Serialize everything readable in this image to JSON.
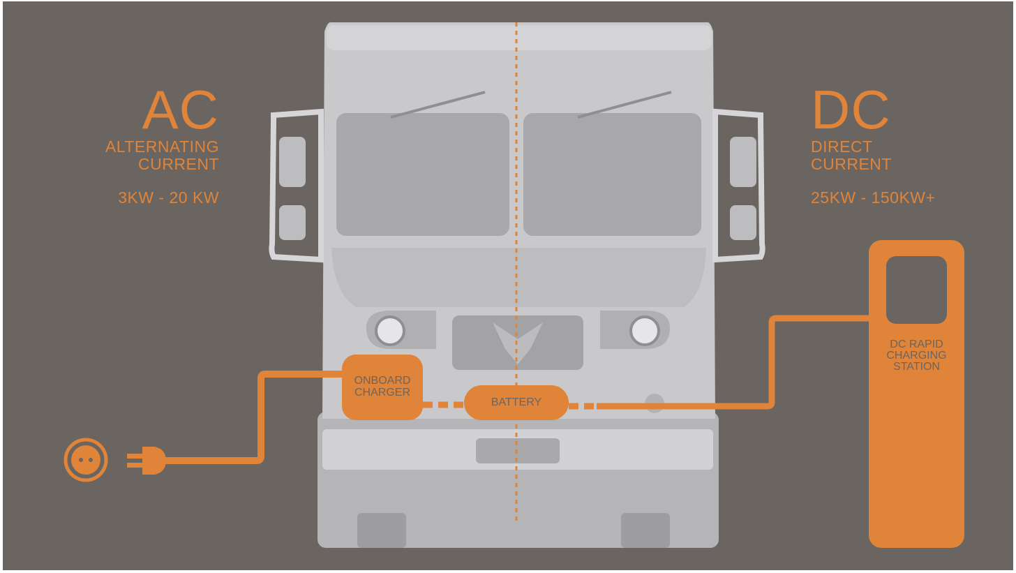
{
  "colors": {
    "background": "#6a6560",
    "accent": "#e0843a",
    "vehicle": "#c8c8ca",
    "vehicle_dark": "#a9a9ab"
  },
  "ac": {
    "title": "AC",
    "subtitle_line1": "ALTERNATING",
    "subtitle_line2": "CURRENT",
    "power_range": "3KW - 20 KW"
  },
  "dc": {
    "title": "DC",
    "subtitle_line1": "DIRECT",
    "subtitle_line2": "CURRENT",
    "power_range": "25KW - 150KW+"
  },
  "components": {
    "onboard_charger_line1": "ONBOARD",
    "onboard_charger_line2": "CHARGER",
    "battery": "BATTERY",
    "station_line1": "DC RAPID",
    "station_line2": "CHARGING",
    "station_line3": "STATION"
  },
  "icons": {
    "outlet": "wall-outlet-icon",
    "plug": "plug-icon",
    "vehicle": "delivery-truck-front",
    "station": "dc-charging-station"
  }
}
